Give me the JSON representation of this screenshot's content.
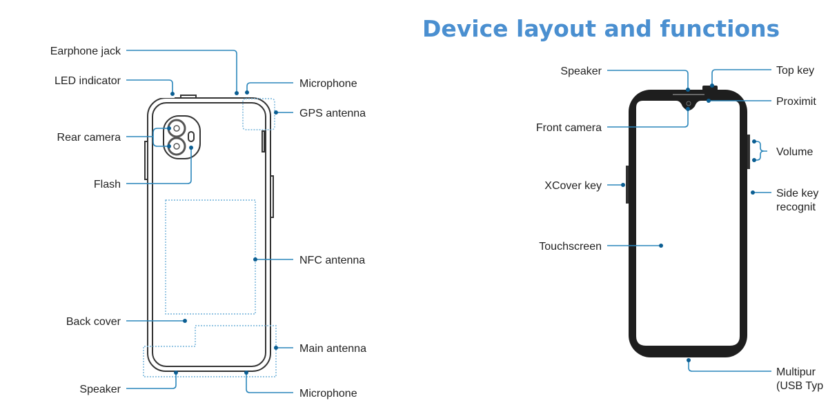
{
  "title": "Device layout and functions",
  "rear_view": {
    "labels": {
      "earphone_jack": "Earphone jack",
      "led_indicator": "LED indicator",
      "rear_camera": "Rear camera",
      "flash": "Flash",
      "back_cover": "Back cover",
      "speaker": "Speaker",
      "microphone_top": "Microphone",
      "gps_antenna": "GPS antenna",
      "nfc_antenna": "NFC antenna",
      "main_antenna": "Main antenna",
      "microphone_bottom": "Microphone"
    }
  },
  "front_view": {
    "labels": {
      "speaker": "Speaker",
      "front_camera": "Front camera",
      "xcover_key": "XCover key",
      "touchscreen": "Touchscreen",
      "top_key": "Top key",
      "proximity": "Proximit",
      "volume": "Volume",
      "side_key_line1": "Side key",
      "side_key_line2": "recognit",
      "multipurpose_line1": "Multipur",
      "multipurpose_line2": "(USB Typ"
    }
  },
  "colors": {
    "title": "#4a8fd0",
    "leader": "#2a86bb",
    "dot": "#0b5e92"
  }
}
